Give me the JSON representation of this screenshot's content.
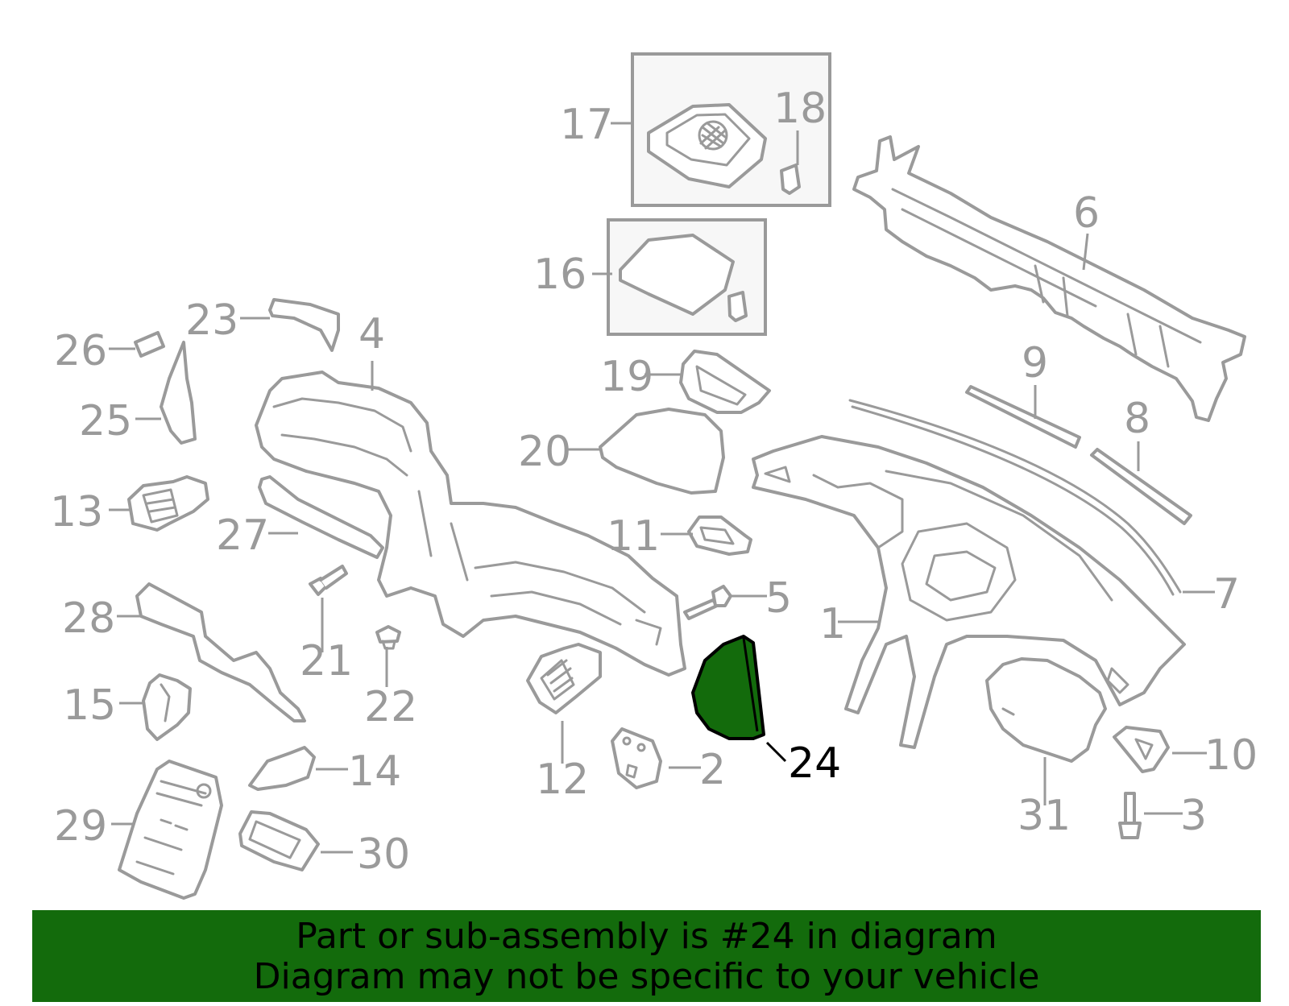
{
  "diagram": {
    "callouts": [
      {
        "id": "1",
        "label": "1"
      },
      {
        "id": "2",
        "label": "2"
      },
      {
        "id": "3",
        "label": "3"
      },
      {
        "id": "4",
        "label": "4"
      },
      {
        "id": "5",
        "label": "5"
      },
      {
        "id": "6",
        "label": "6"
      },
      {
        "id": "7",
        "label": "7"
      },
      {
        "id": "8",
        "label": "8"
      },
      {
        "id": "9",
        "label": "9"
      },
      {
        "id": "10",
        "label": "10"
      },
      {
        "id": "11",
        "label": "11"
      },
      {
        "id": "12",
        "label": "12"
      },
      {
        "id": "13",
        "label": "13"
      },
      {
        "id": "14",
        "label": "14"
      },
      {
        "id": "15",
        "label": "15"
      },
      {
        "id": "16",
        "label": "16"
      },
      {
        "id": "17",
        "label": "17"
      },
      {
        "id": "18",
        "label": "18"
      },
      {
        "id": "19",
        "label": "19"
      },
      {
        "id": "20",
        "label": "20"
      },
      {
        "id": "21",
        "label": "21"
      },
      {
        "id": "22",
        "label": "22"
      },
      {
        "id": "23",
        "label": "23"
      },
      {
        "id": "24",
        "label": "24"
      },
      {
        "id": "25",
        "label": "25"
      },
      {
        "id": "26",
        "label": "26"
      },
      {
        "id": "27",
        "label": "27"
      },
      {
        "id": "28",
        "label": "28"
      },
      {
        "id": "29",
        "label": "29"
      },
      {
        "id": "30",
        "label": "30"
      },
      {
        "id": "31",
        "label": "31"
      }
    ],
    "highlighted_part": "24",
    "colors": {
      "highlight": "#136b0c",
      "line": "#9a9a9a",
      "banner": "#136b0c"
    }
  },
  "banner": {
    "line1": "Part or sub-assembly is #24 in diagram",
    "line2": "Diagram may not be specific to your vehicle"
  }
}
